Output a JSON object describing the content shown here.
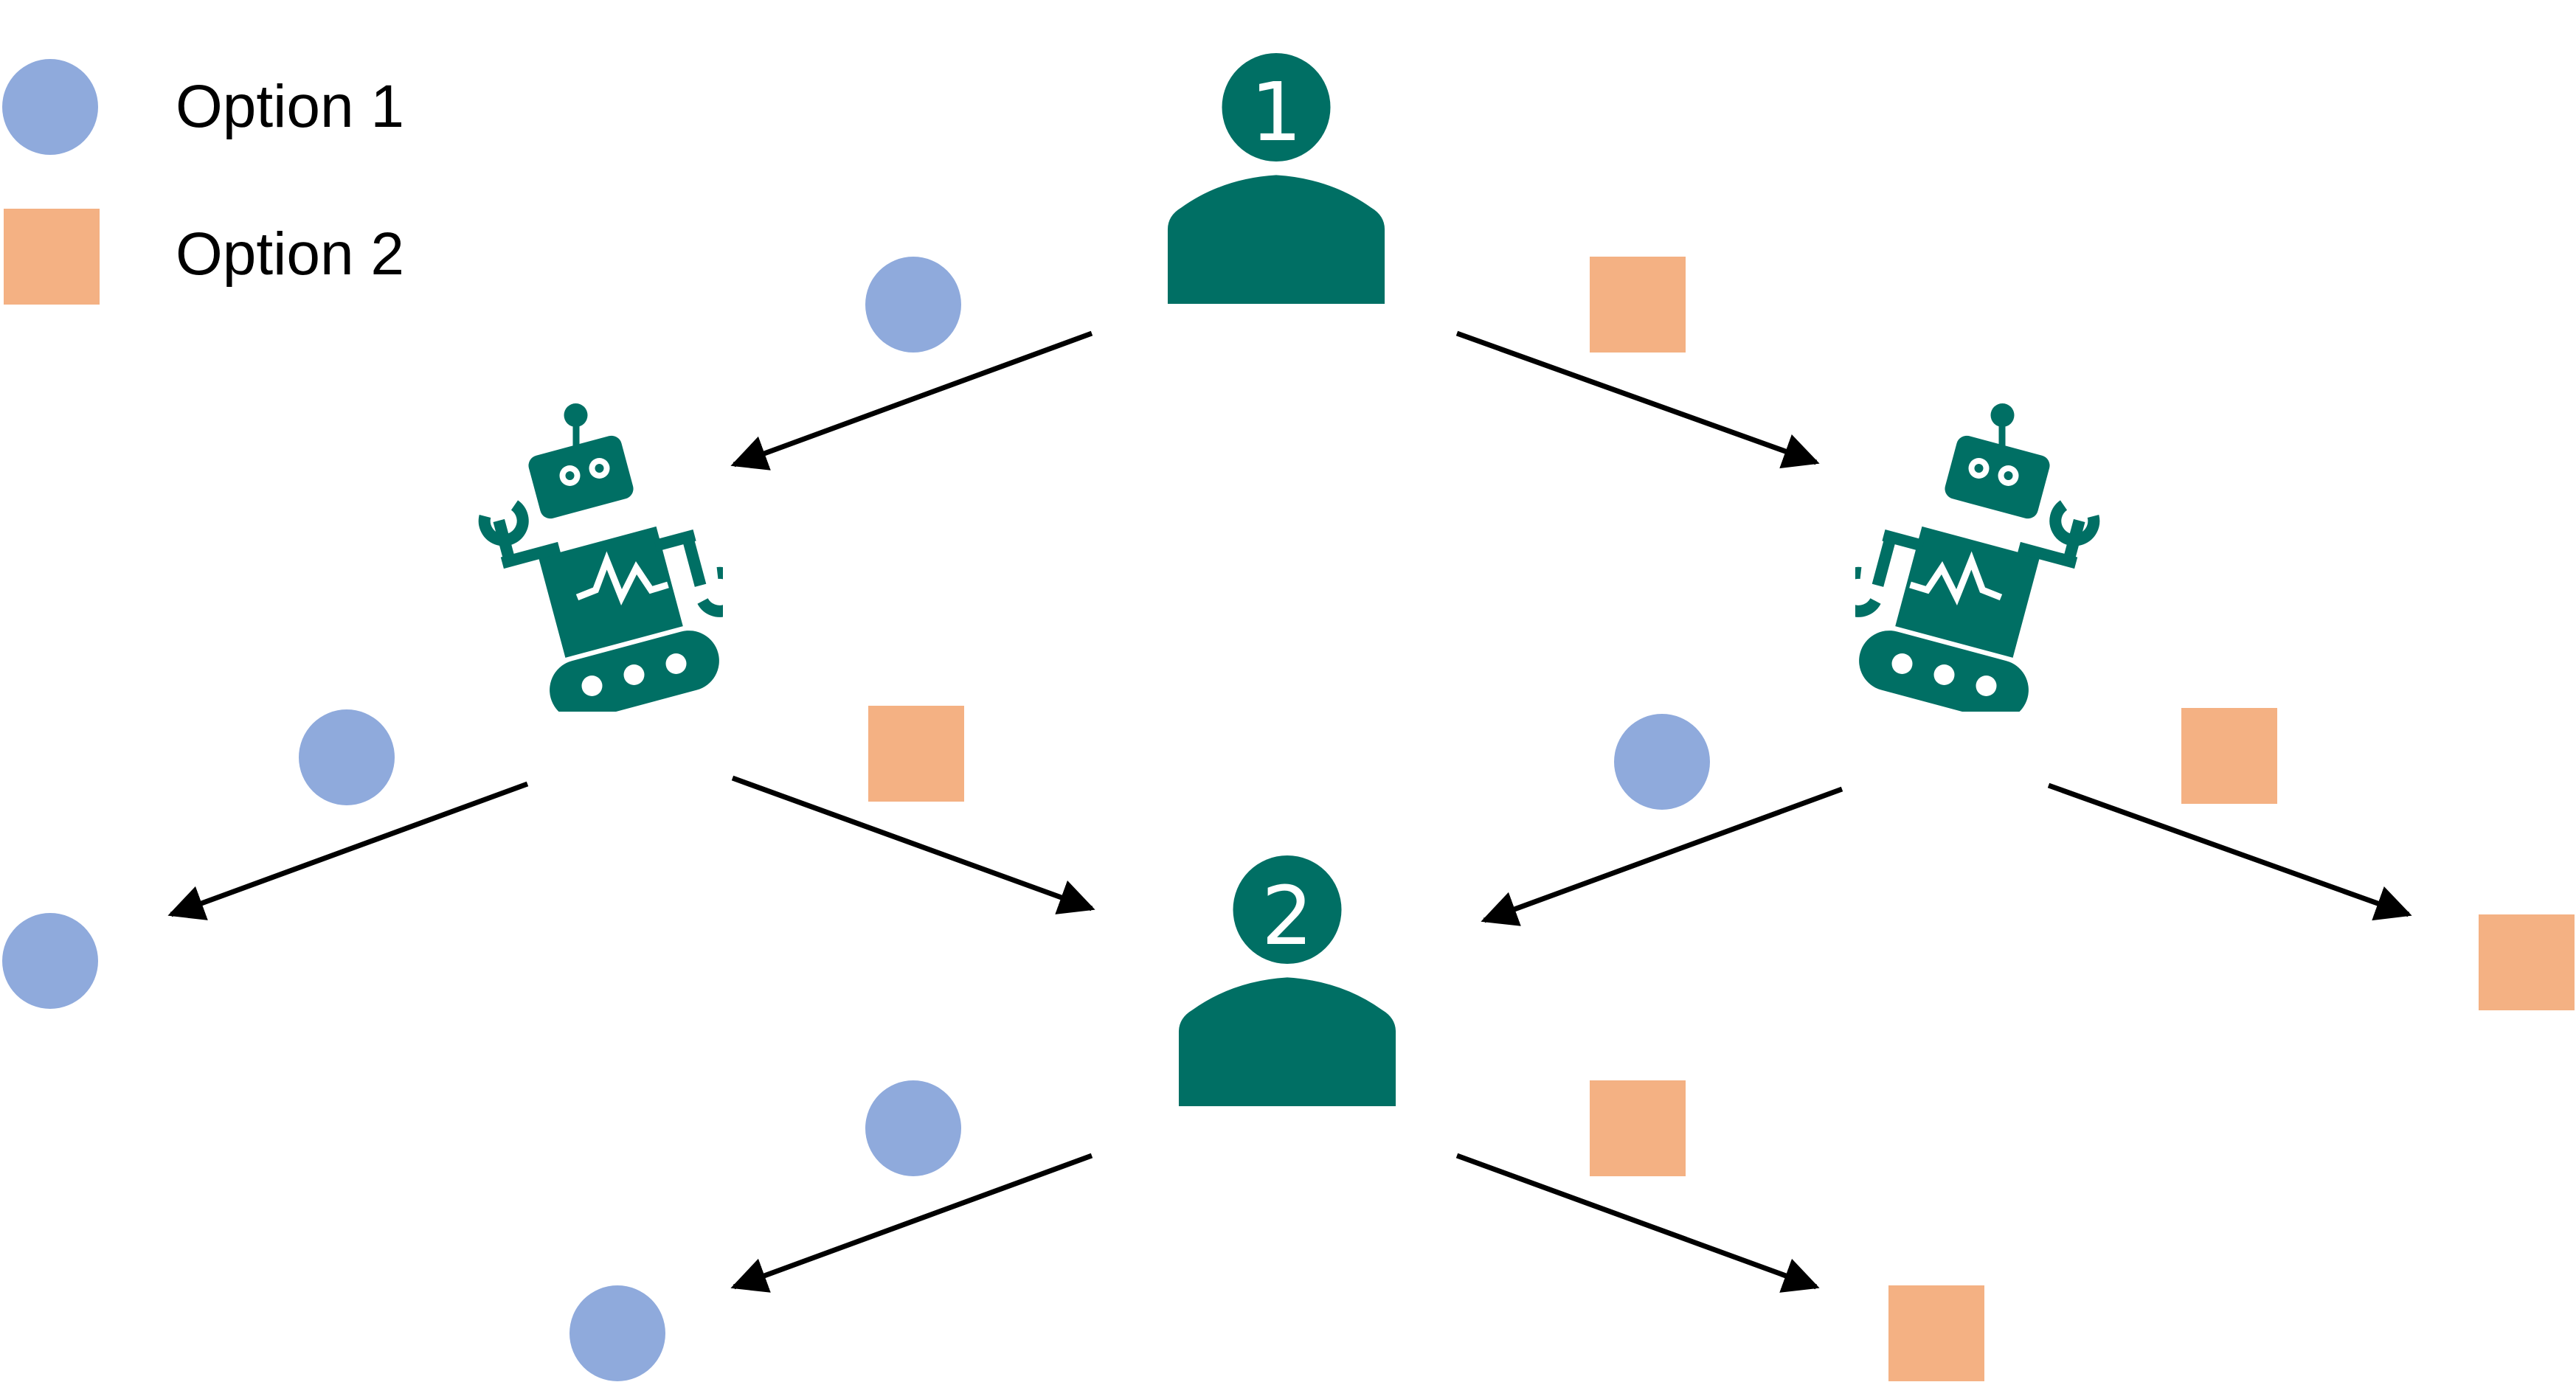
{
  "legend": {
    "option1_label": "Option 1",
    "option2_label": "Option 2"
  },
  "players": {
    "player1_number": "1",
    "player2_number": "2"
  },
  "colors": {
    "option1": "#8FAADC",
    "option2": "#F4B183",
    "figure": "#006F64",
    "arrow": "#000000"
  },
  "icons": {
    "player": "person-icon",
    "agent": "robot-icon"
  }
}
